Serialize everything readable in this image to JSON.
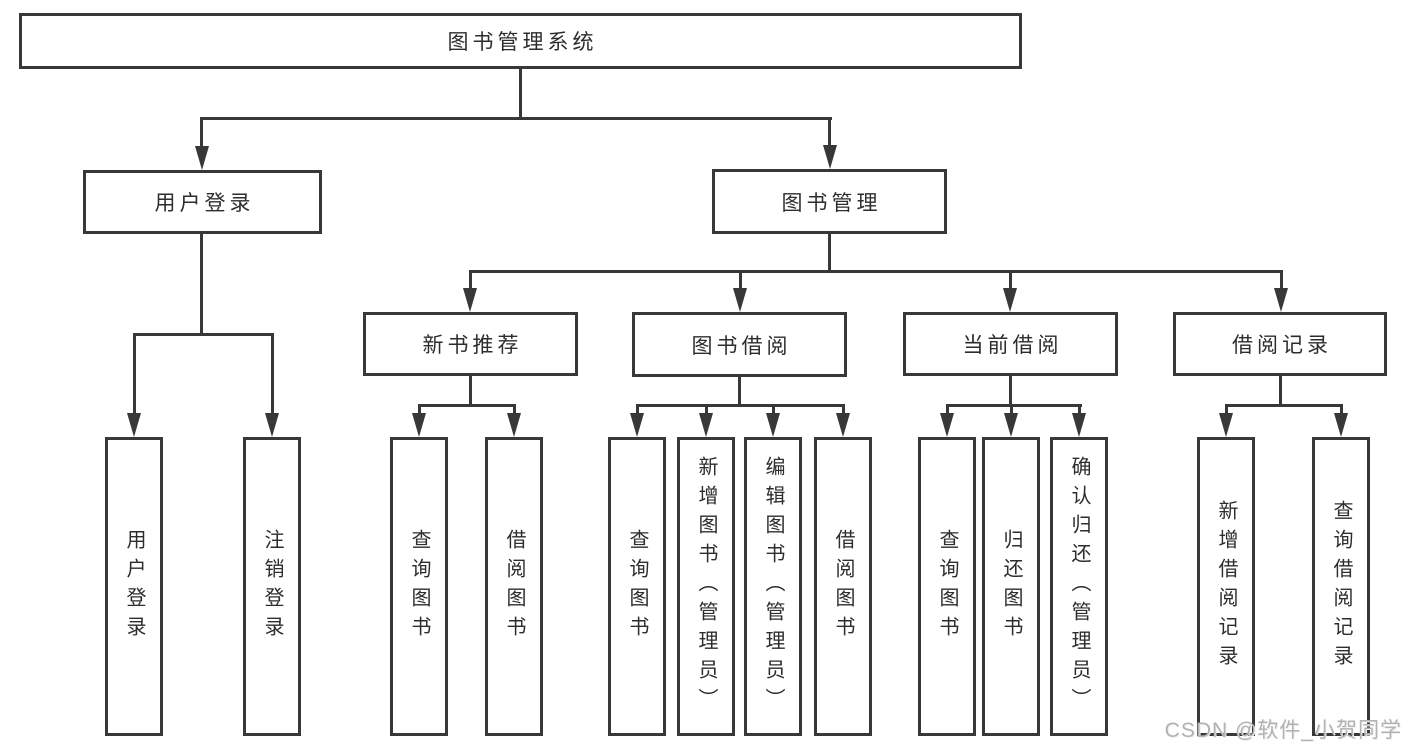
{
  "diagram": {
    "root": {
      "label": "图书管理系统"
    },
    "level2": {
      "user_login": {
        "label": "用户登录"
      },
      "book_management": {
        "label": "图书管理"
      }
    },
    "level3": {
      "new_book_recommend": {
        "label": "新书推荐"
      },
      "book_borrow": {
        "label": "图书借阅"
      },
      "current_borrow": {
        "label": "当前借阅"
      },
      "borrow_record": {
        "label": "借阅记录"
      }
    },
    "leaves": {
      "user_login": [
        "用户登录",
        "注销登录"
      ],
      "new_book_recommend": [
        "查询图书",
        "借阅图书"
      ],
      "book_borrow": [
        "查询图书",
        "新增图书（管理员）",
        "编辑图书（管理员）",
        "借阅图书"
      ],
      "current_borrow": [
        "查询图书",
        "归还图书",
        "确认归还（管理员）"
      ],
      "borrow_record": [
        "新增借阅记录",
        "查询借阅记录"
      ]
    },
    "colors": {
      "line": "#383838",
      "text": "#2d2d2d",
      "box_background": "#ffffff",
      "watermark": "#b2b2b2"
    },
    "watermark": "CSDN @软件_小贺同学"
  }
}
